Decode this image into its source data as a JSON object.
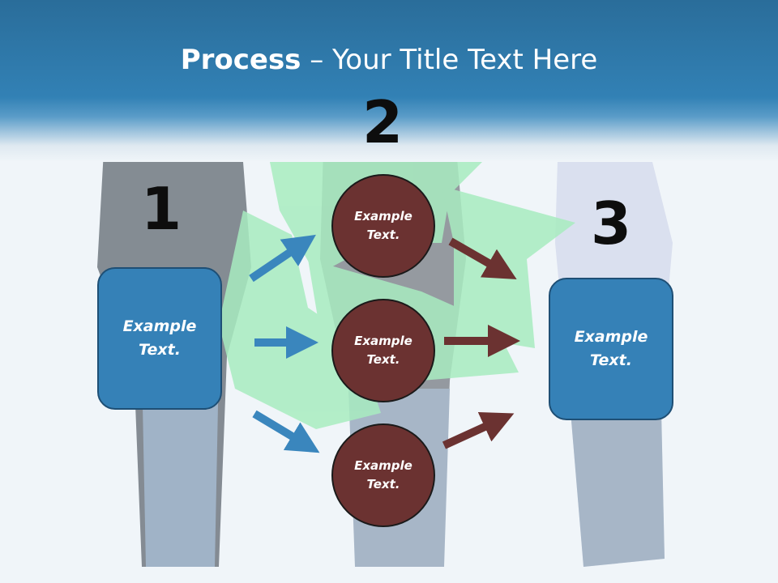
{
  "title": {
    "bold": "Process",
    "rest": " – Your Title Text Here"
  },
  "steps": {
    "one": "1",
    "two": "2",
    "three": "3"
  },
  "left_box": {
    "text": "Example\nText."
  },
  "right_box": {
    "text": "Example\nText."
  },
  "circles": [
    {
      "text": "Example\nText."
    },
    {
      "text": "Example\nText."
    },
    {
      "text": "Example\nText."
    }
  ],
  "colors": {
    "header": "#3281b5",
    "box_fill": "#3581b7",
    "circle_fill": "#6b3231",
    "arrow_blue": "#3a86bd",
    "arrow_brown": "#6b3231",
    "recycle_green": "#a8ecc0"
  },
  "background": {
    "image": "three-women-holding-recycle-symbol"
  }
}
